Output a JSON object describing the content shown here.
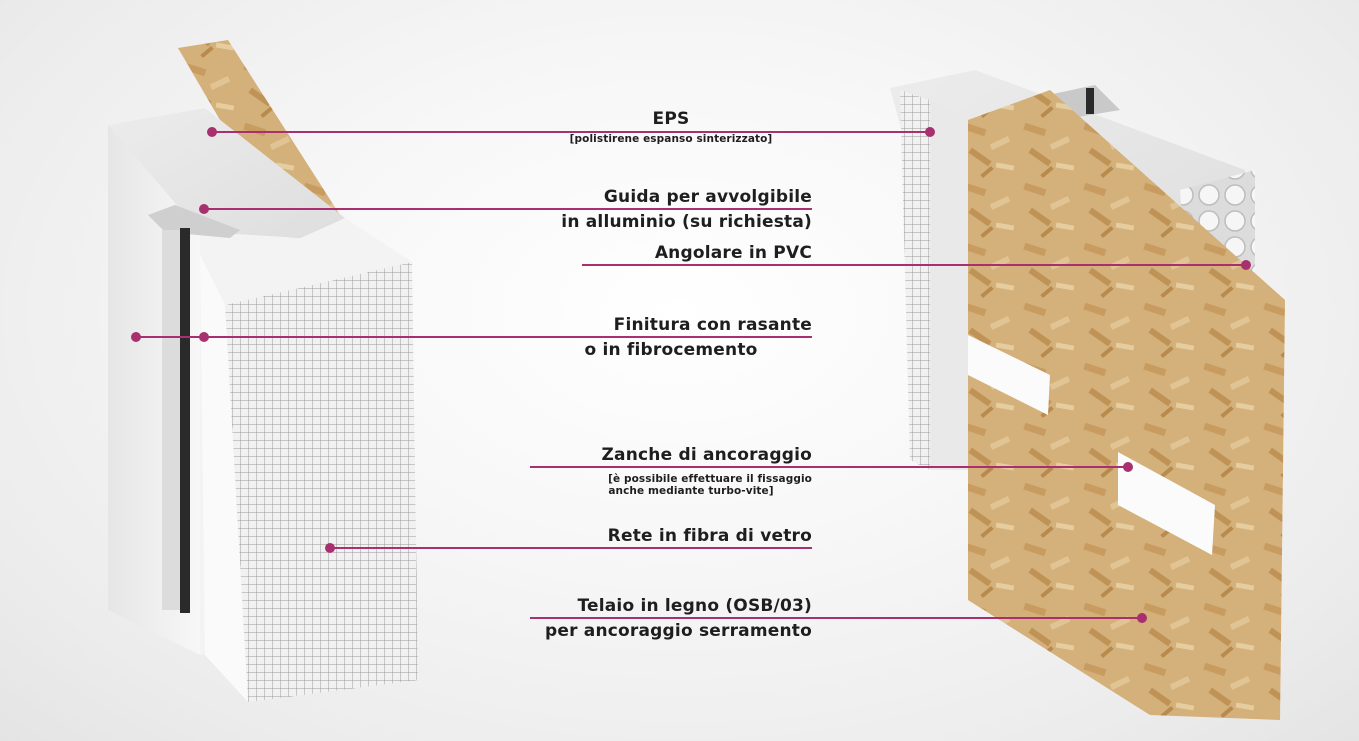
{
  "annotations": {
    "eps": {
      "title": "EPS",
      "subtitle": "[polistirene espanso sinterizzato]"
    },
    "guida": {
      "line1": "Guida per avvolgibile",
      "line2": "in alluminio (su richiesta)"
    },
    "angolare": {
      "title": "Angolare in PVC"
    },
    "finitura": {
      "line1": "Finitura con rasante",
      "line2": "o in fibrocemento"
    },
    "zanche": {
      "title": "Zanche di ancoraggio",
      "sub1": "[è possibile effettuare il fissaggio",
      "sub2": "anche mediante turbo-vite]"
    },
    "rete": {
      "title": "Rete in fibra di vetro"
    },
    "telaio": {
      "line1": "Telaio in legno (OSB/03)",
      "line2": "per ancoraggio serramento"
    }
  },
  "colors": {
    "leader_line": "#a8306e",
    "osb_wood": "#d2ae78",
    "eps_white": "#f4f4f4"
  }
}
